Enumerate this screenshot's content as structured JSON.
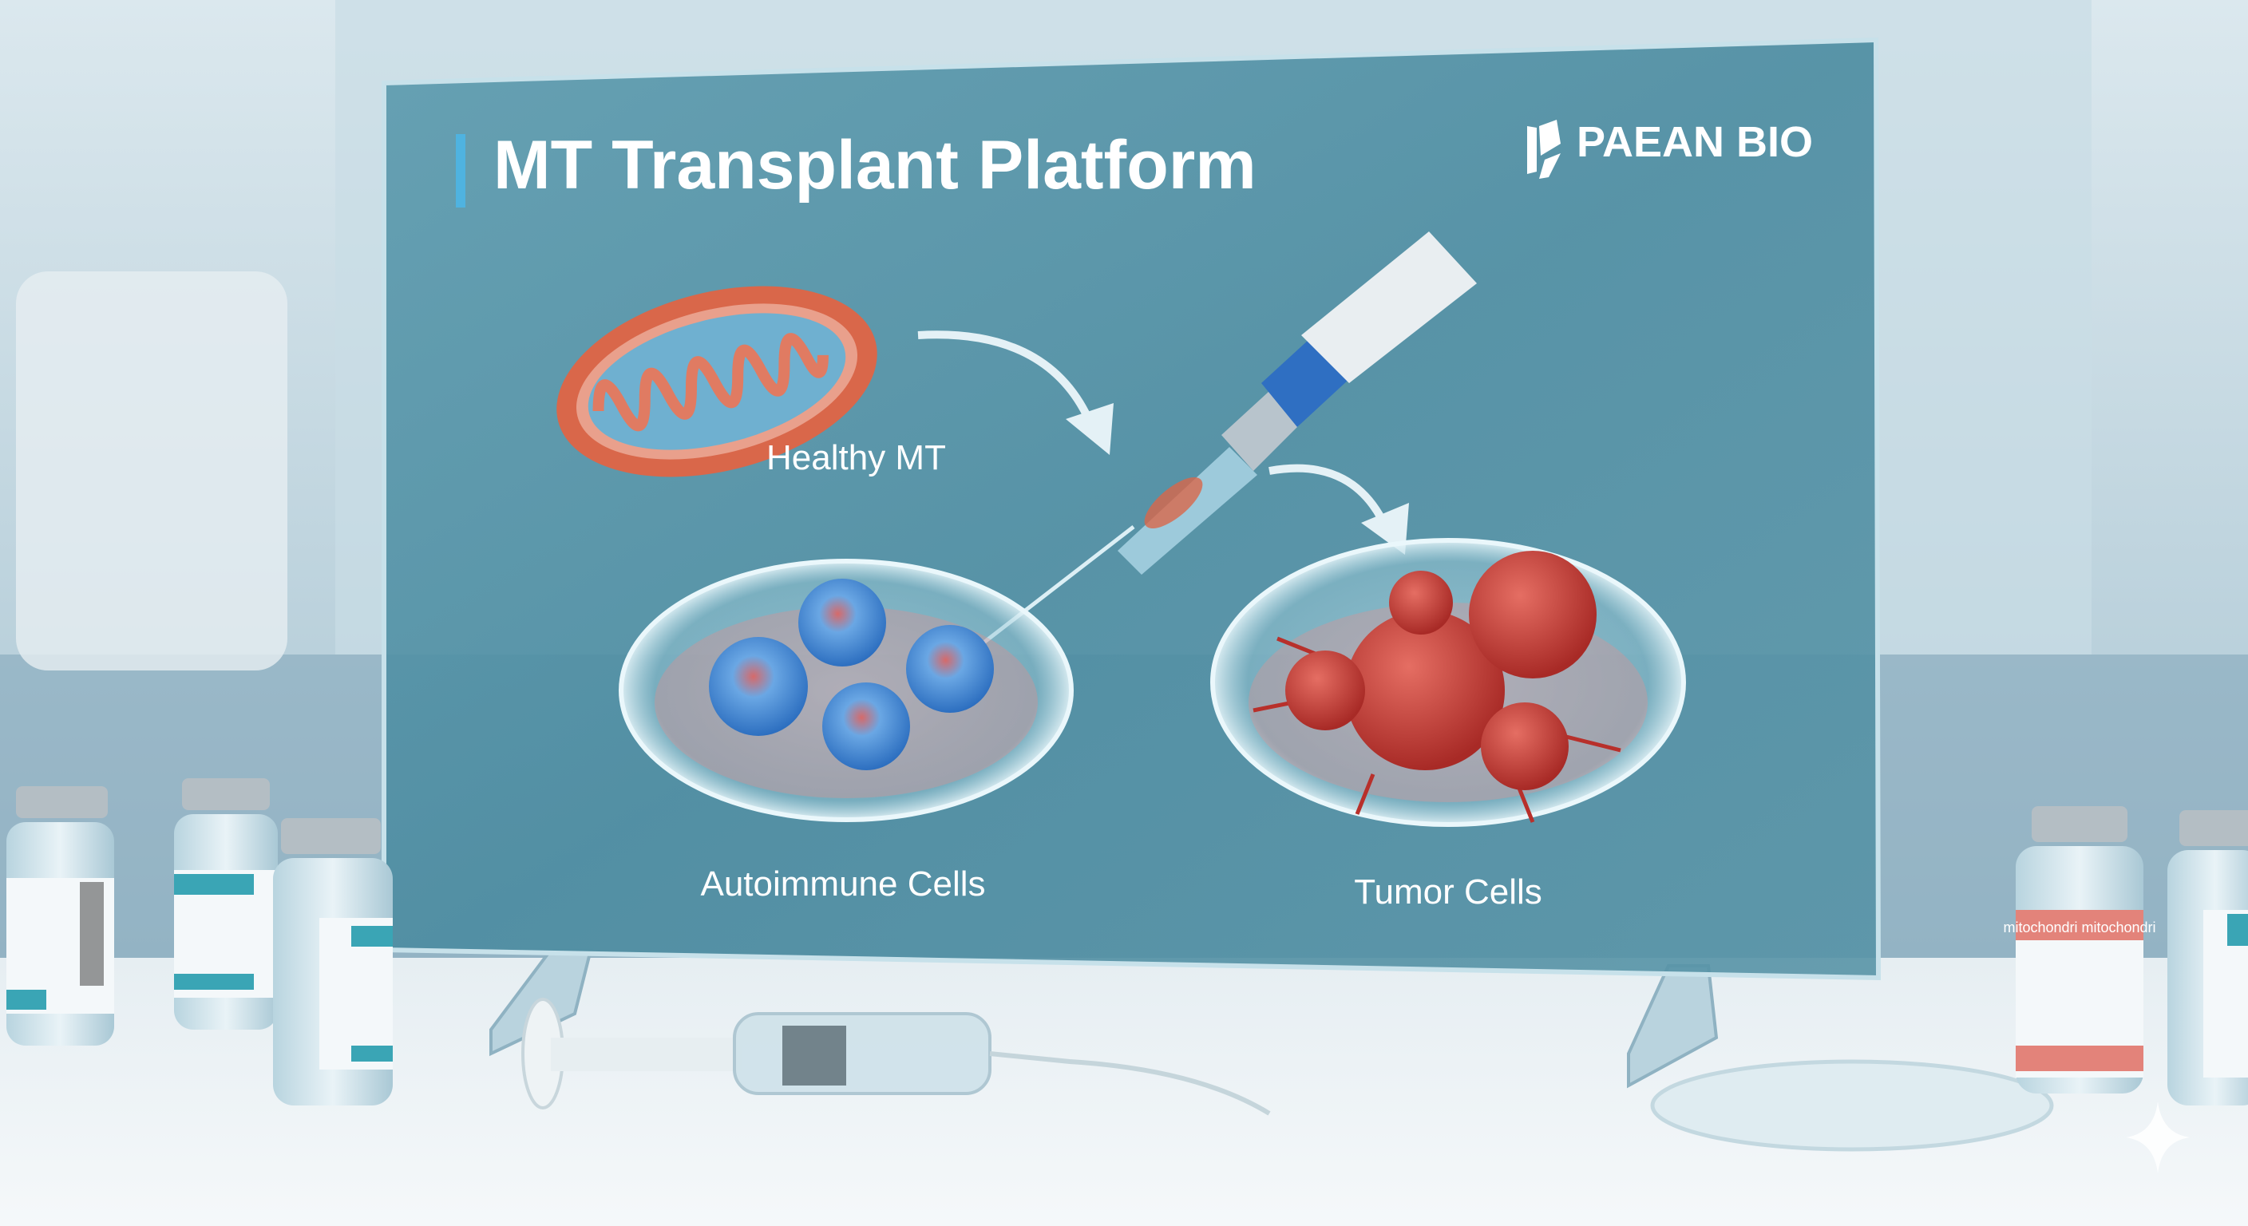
{
  "panel": {
    "title": "MT Transplant Platform",
    "logo_text": "PAEAN BIO",
    "labels": {
      "mitochondria": "Healthy MT",
      "dish_left": "Autoimmune Cells",
      "dish_right": "Tumor Cells"
    }
  },
  "colors": {
    "panel": "#4f8fa3",
    "accent_bar": "#4fb3e0",
    "mitochondria": "#d9674a",
    "autoimmune_cells": "#3c8fd6",
    "tumor_cells": "#c83a32",
    "vial_label_red": "#e3837a",
    "vial_label_teal": "#3aa5b5"
  },
  "vials": {
    "right_label_header": "mitochondri mitochondri"
  }
}
